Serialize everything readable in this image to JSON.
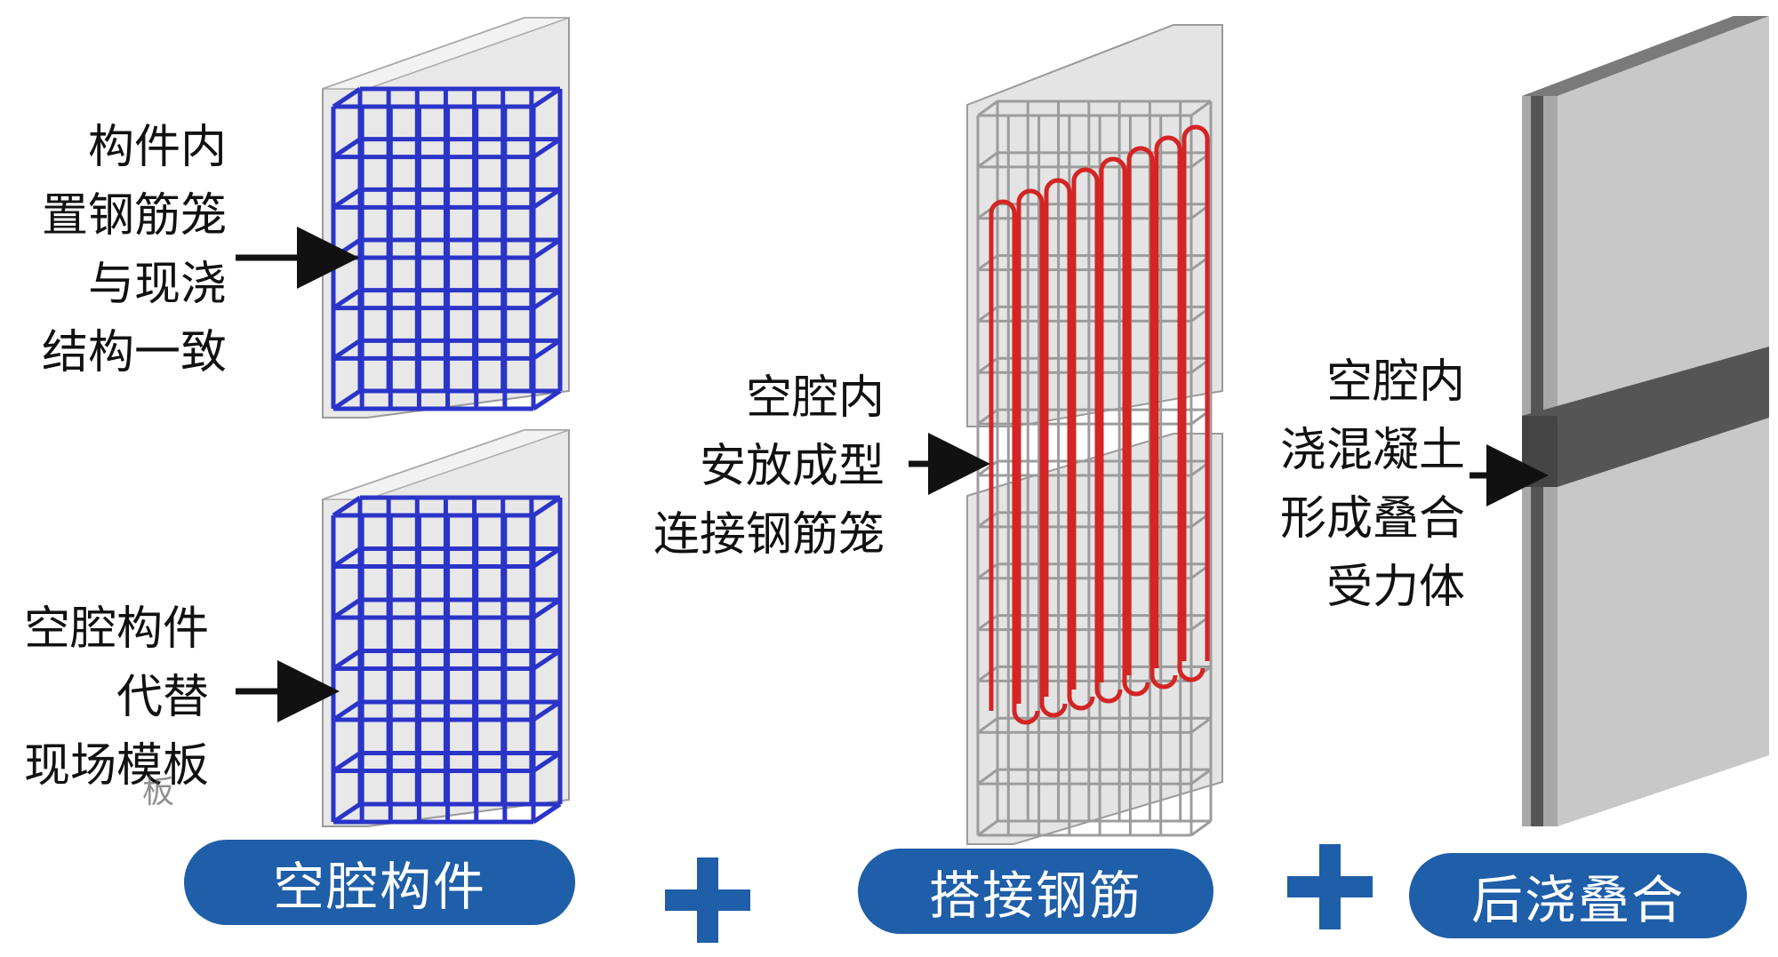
{
  "colors": {
    "accent": "#1f5ea8",
    "rebar_blue": "#2b34c8",
    "rebar_red": "#d42424",
    "panel_grey": "#d9d9d9",
    "wall_grey": "#a8a8a8",
    "wall_dark": "#555555"
  },
  "labels": {
    "component_note": [
      "构件内",
      "置钢筋笼",
      "与现浇",
      "结构一致"
    ],
    "cavity_note": [
      "空腔构件",
      "代替",
      "现场模板"
    ],
    "stray_glyph": "板",
    "lap_note": [
      "空腔内",
      "安放成型",
      "连接钢筋笼"
    ],
    "pour_note": [
      "空腔内",
      "浇混凝土",
      "形成叠合",
      "受力体"
    ]
  },
  "steps": [
    {
      "label": "空腔构件"
    },
    {
      "label": "搭接钢筋"
    },
    {
      "label": "后浇叠合"
    }
  ],
  "icons": [
    "arrow-right-icon",
    "plus-icon"
  ]
}
